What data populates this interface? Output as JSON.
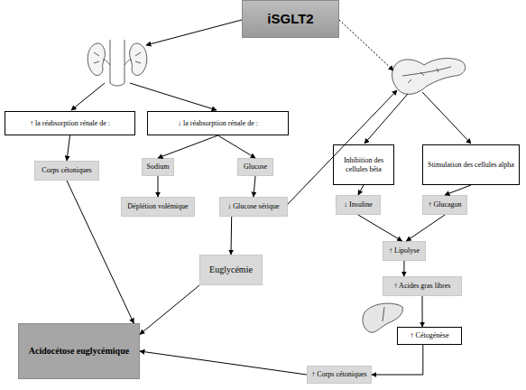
{
  "diagram": {
    "nodes": [
      {
        "text": [
          "iSGLT2"
        ]
      },
      {
        "text": [
          "↑ la réabsorption rénale de :"
        ]
      },
      {
        "text": [
          "↓ la réabsorption rénale de :"
        ]
      },
      {
        "text": [
          "Inhibition des cellules bêta"
        ]
      },
      {
        "text": [
          "Stimulation des cellules alpha"
        ]
      },
      {
        "text": [
          "Corps cétoniques"
        ]
      },
      {
        "text": [
          "Sodium"
        ]
      },
      {
        "text": [
          "Glucose"
        ]
      },
      {
        "text": [
          "Déplétion volémique"
        ]
      },
      {
        "text": [
          "↓ Glucose sérique"
        ]
      },
      {
        "text": [
          "↓ Insuline"
        ]
      },
      {
        "text": [
          "↑ Glucagon"
        ]
      },
      {
        "text": [
          "↑ Lipolyse"
        ]
      },
      {
        "text": [
          "Euglycémie"
        ]
      },
      {
        "text": [
          "↑ Acides gras libres"
        ]
      },
      {
        "text": [
          "Acidocétose euglycémique"
        ]
      },
      {
        "text": [
          "↑ Cétogénèse"
        ]
      },
      {
        "text": [
          "↑ Corps cétoniques"
        ]
      }
    ],
    "edges": [
      {
        "from": 1,
        "to": 5,
        "arrow": "to"
      },
      {
        "from": 2,
        "to": 6,
        "arrow": "to"
      },
      {
        "from": 2,
        "to": 7,
        "arrow": "to"
      },
      {
        "from": 6,
        "to": 8,
        "arrow": "to"
      },
      {
        "from": 7,
        "to": 9,
        "arrow": "to"
      },
      {
        "from": 9,
        "to": 13,
        "arrow": "to"
      },
      {
        "from": 5,
        "to": 15,
        "arrow": "to"
      },
      {
        "from": 13,
        "to": 15,
        "arrow": "to"
      },
      {
        "from": 3,
        "to": 10,
        "arrow": "to"
      },
      {
        "from": 4,
        "to": 11,
        "arrow": "to"
      },
      {
        "from": 10,
        "to": 12,
        "arrow": "to"
      },
      {
        "from": 11,
        "to": 12,
        "arrow": "to"
      },
      {
        "from": 12,
        "to": 14,
        "arrow": "to"
      },
      {
        "from": 14,
        "to": 16,
        "arrow": "to"
      },
      {
        "from": 16,
        "to": 17,
        "arrow": "to"
      },
      {
        "from": 17,
        "to": 15,
        "arrow": "to"
      }
    ]
  }
}
